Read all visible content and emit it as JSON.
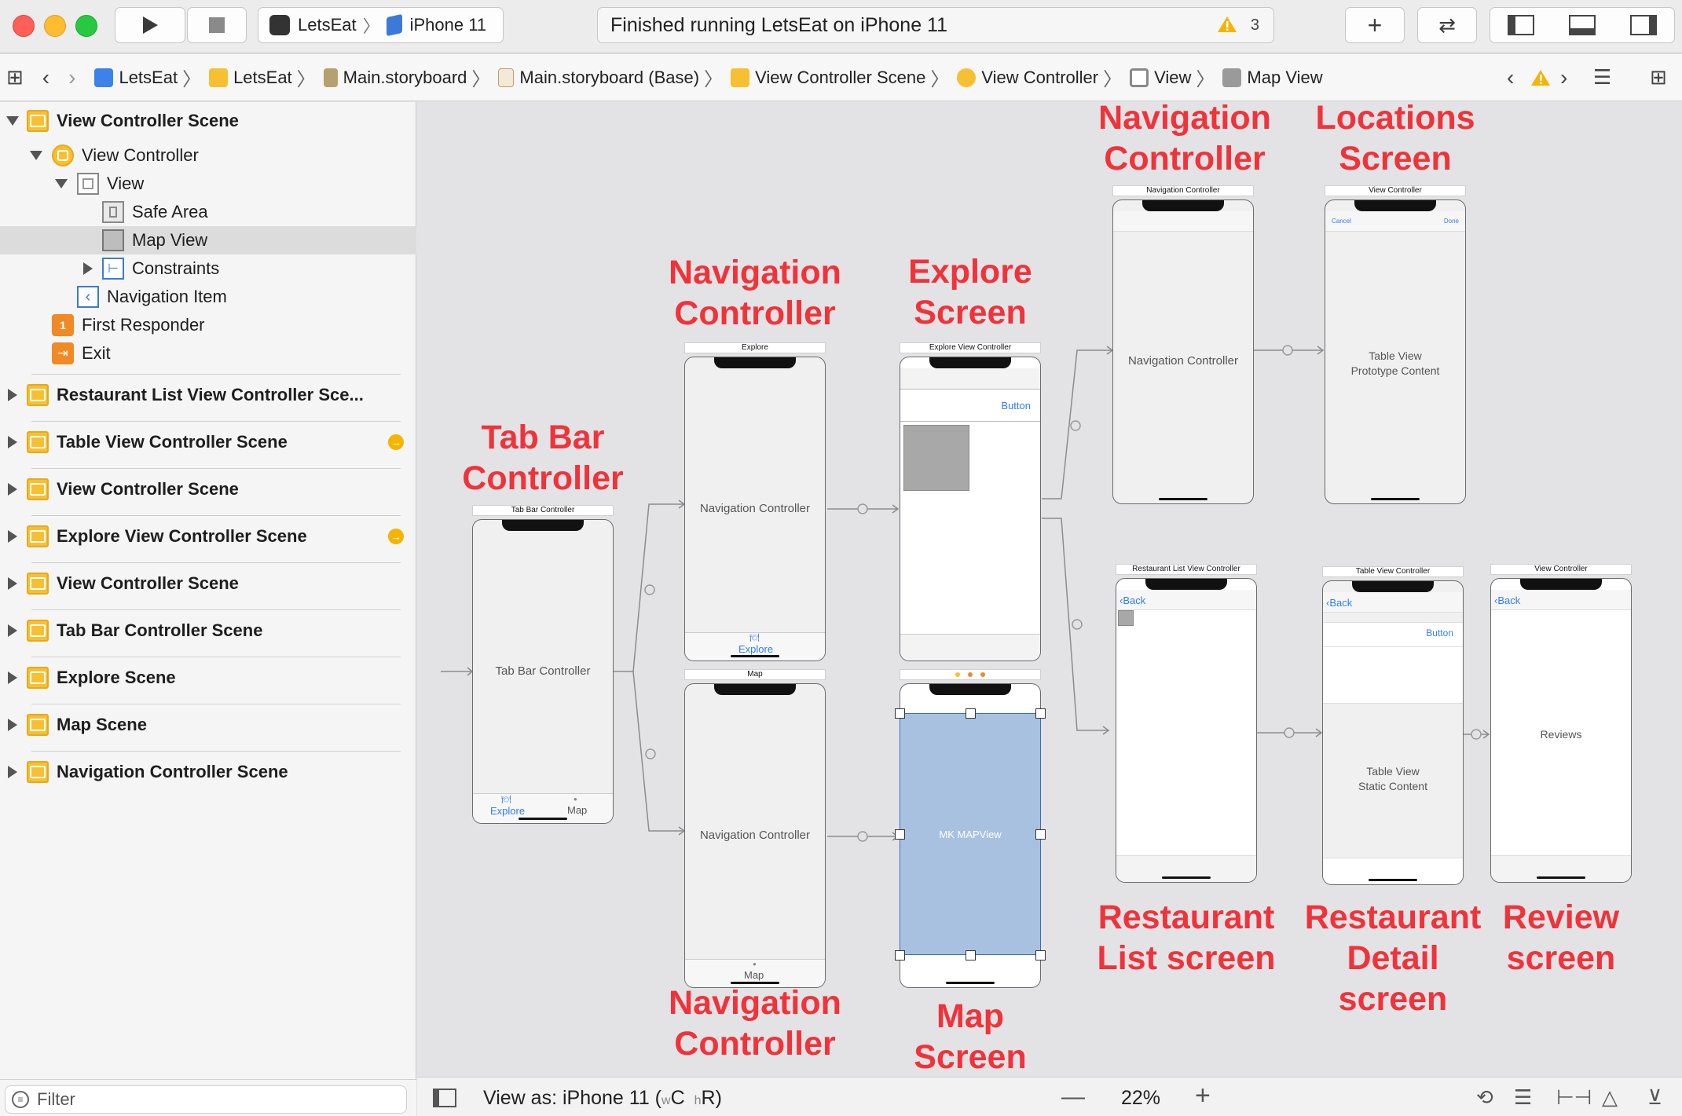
{
  "toolbar": {
    "scheme_app": "LetsEat",
    "scheme_device": "iPhone 11",
    "activity_status": "Finished running LetsEat on iPhone 11",
    "warning_count": "3"
  },
  "jumpbar": {
    "items": [
      "LetsEat",
      "LetsEat",
      "Main.storyboard",
      "Main.storyboard (Base)",
      "View Controller Scene",
      "View Controller",
      "View",
      "Map View"
    ]
  },
  "navigator": {
    "tree": {
      "scene": "View Controller Scene",
      "view_controller": "View Controller",
      "view": "View",
      "safe_area": "Safe Area",
      "map_view": "Map View",
      "constraints": "Constraints",
      "navigation_item": "Navigation Item",
      "first_responder": "First Responder",
      "exit": "Exit"
    },
    "scenes": [
      "Restaurant List View Controller Sce...",
      "Table View Controller Scene",
      "View Controller Scene",
      "Explore View Controller Scene",
      "View Controller Scene",
      "Tab Bar Controller Scene",
      "Explore Scene",
      "Map Scene",
      "Navigation Controller Scene"
    ],
    "filter_placeholder": "Filter"
  },
  "bottombar": {
    "view_as_prefix": "View as: iPhone 11 (",
    "size_w": "w",
    "size_c": "C",
    "size_h": "h",
    "size_r": "R",
    "size_close": ")",
    "zoom": "22%"
  },
  "storyboard": {
    "tabbar": {
      "title": "Tab Bar Controller",
      "label": "Tab Bar Controller",
      "tab1": "Explore",
      "tab2": "Map"
    },
    "nav_explore": {
      "title": "Explore",
      "label": "Navigation Controller",
      "tab": "Explore"
    },
    "nav_map": {
      "title": "Map",
      "label": "Navigation Controller",
      "tab": "Map"
    },
    "explore_vc": {
      "title": "Explore View Controller",
      "button": "Button"
    },
    "map_vc": {
      "label": "MK MAPView"
    },
    "nav_top": {
      "title": "Navigation Controller",
      "label": "Navigation Controller"
    },
    "locations": {
      "title": "View Controller",
      "cancel": "Cancel",
      "done": "Done",
      "label1": "Table View",
      "label2": "Prototype Content"
    },
    "rest_list": {
      "title": "Restaurant List View Controller",
      "back": "Back"
    },
    "rest_detail": {
      "title": "Table View Controller",
      "back": "Back",
      "button": "Button",
      "label1": "Table View",
      "label2": "Static Content"
    },
    "reviews": {
      "title": "View Controller",
      "back": "Back",
      "label": "Reviews"
    }
  },
  "annotations": {
    "nav_top": [
      "Navigation",
      "Controller"
    ],
    "locations": [
      "Locations",
      "Screen"
    ],
    "nav_mid": [
      "Navigation",
      "Controller"
    ],
    "explore": [
      "Explore",
      "Screen"
    ],
    "tabbar": [
      "Tab Bar",
      "Controller"
    ],
    "nav_bottom": [
      "Navigation",
      "Controller"
    ],
    "map": [
      "Map",
      "Screen"
    ],
    "rest_list": [
      "Restaurant",
      "List screen"
    ],
    "rest_detail": [
      "Restaurant",
      "Detail",
      "screen"
    ],
    "review": [
      "Review",
      "screen"
    ]
  },
  "colors": {
    "annotation_red": "#f0333a",
    "accent_blue": "#2f7df6",
    "scene_yellow": "#f7c032",
    "map_selection": "#a9c1e0"
  }
}
